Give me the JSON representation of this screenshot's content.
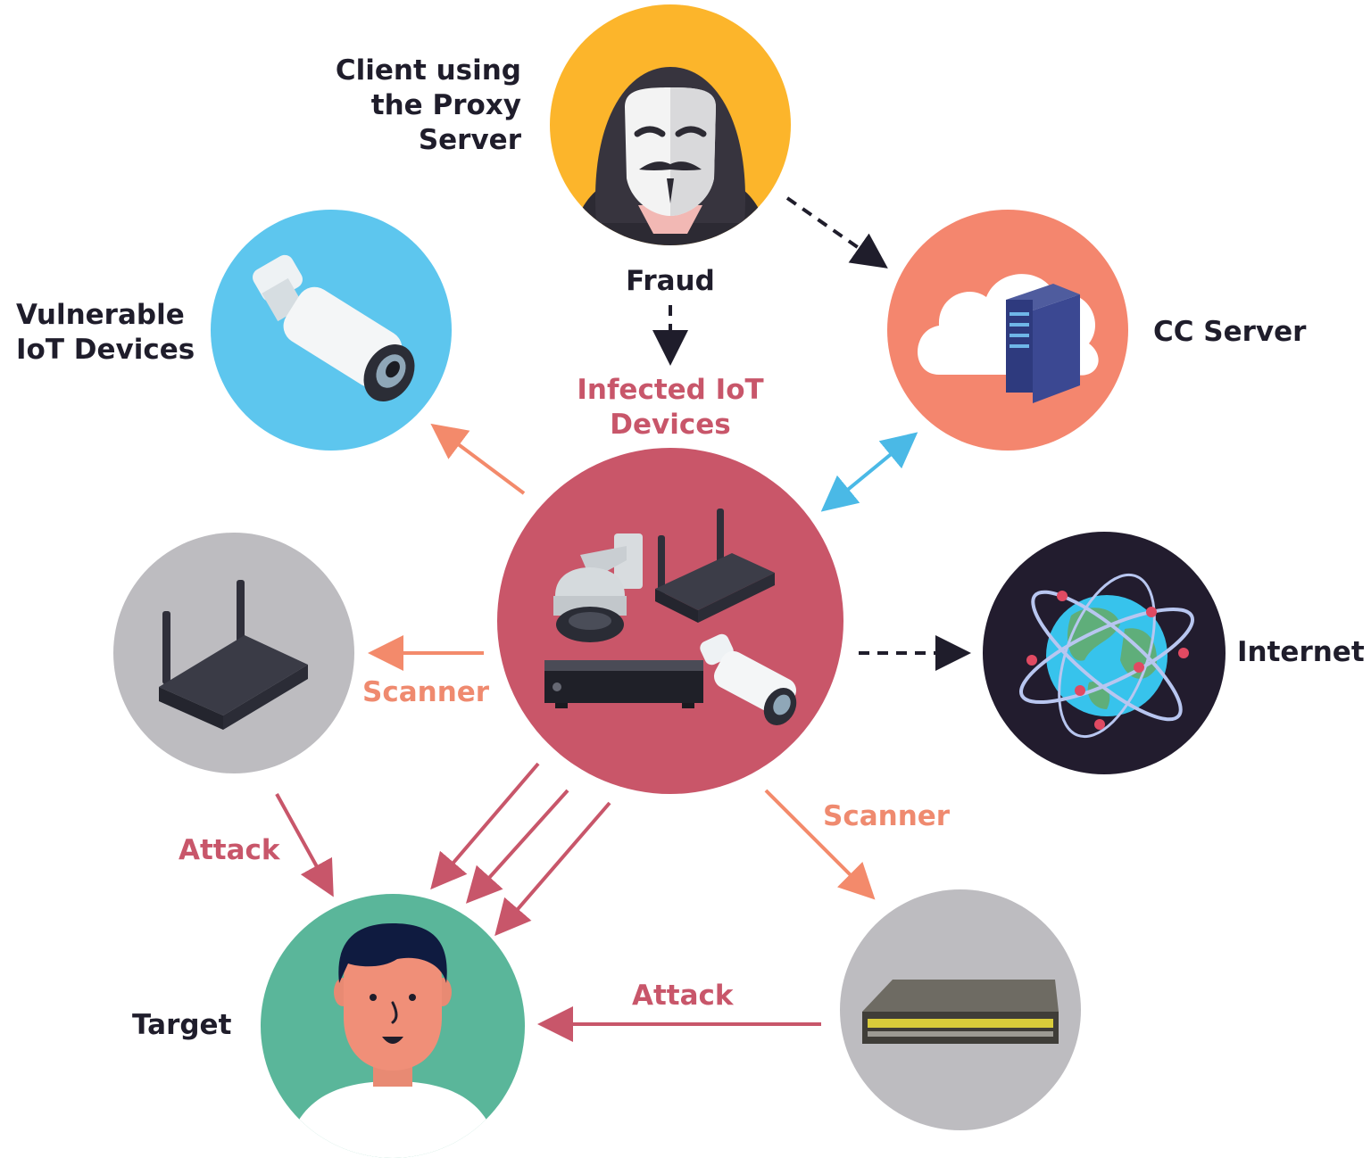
{
  "colors": {
    "client": "#fcb52b",
    "cc_server": "#f4866e",
    "vulnerable": "#5dc6ee",
    "infected": "#c95669",
    "router_bg": "#bdbcc0",
    "internet": "#221c2e",
    "target": "#5ab69a",
    "switch_bg": "#bdbcc0",
    "arrow_dark": "#1f1d2b",
    "arrow_salmon": "#f38a6b",
    "arrow_rose": "#c8566a",
    "arrow_blue": "#4ab9e6"
  },
  "nodes": {
    "client": {
      "label_lines": [
        "Client using",
        "the Proxy",
        "Server"
      ]
    },
    "cc_server": {
      "label": "CC Server"
    },
    "vulnerable": {
      "label_lines": [
        "Vulnerable",
        "IoT Devices"
      ]
    },
    "infected": {
      "label_lines": [
        "Infected IoT",
        "Devices"
      ]
    },
    "internet": {
      "label": "Internet"
    },
    "target": {
      "label": "Target"
    }
  },
  "edges": {
    "fraud": "Fraud",
    "scanner_left": "Scanner",
    "scanner_right": "Scanner",
    "attack_left": "Attack",
    "attack_bottom": "Attack"
  }
}
